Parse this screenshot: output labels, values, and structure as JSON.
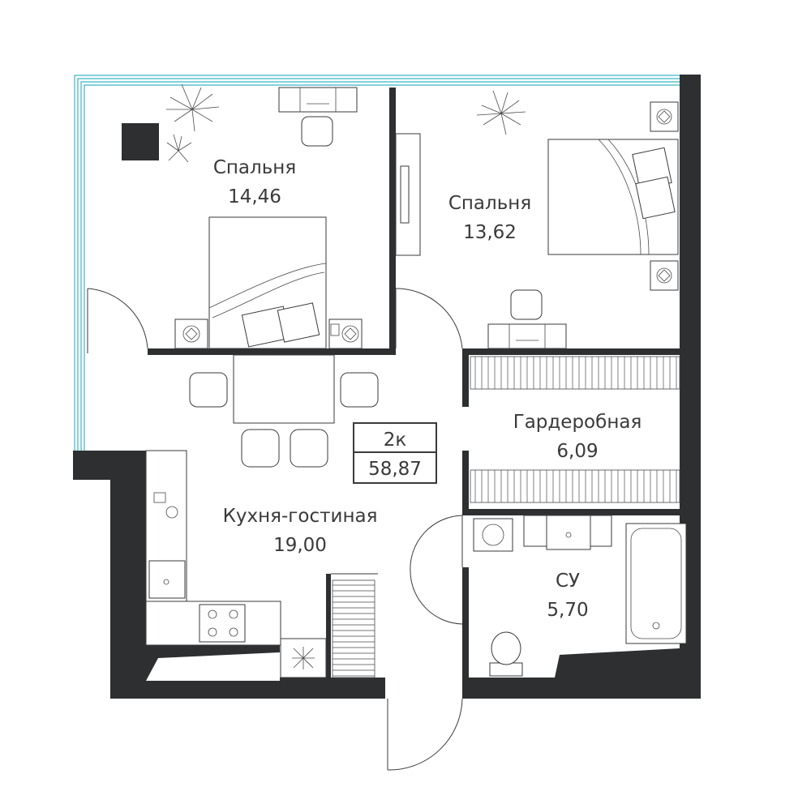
{
  "rooms": {
    "bedroom1": {
      "name": "Спальня",
      "area": "14,46"
    },
    "bedroom2": {
      "name": "Спальня",
      "area": "13,62"
    },
    "wardrobe": {
      "name": "Гардеробная",
      "area": "6,09"
    },
    "living": {
      "name": "Кухня-гостиная",
      "area": "19,00"
    },
    "bath": {
      "name": "СУ",
      "area": "5,70"
    }
  },
  "summary": {
    "type": "2к",
    "total_area": "58,87"
  },
  "colors": {
    "wall": "#2e2f30",
    "glazing": "#3bb3c8",
    "lines": "#3a3a3a"
  }
}
